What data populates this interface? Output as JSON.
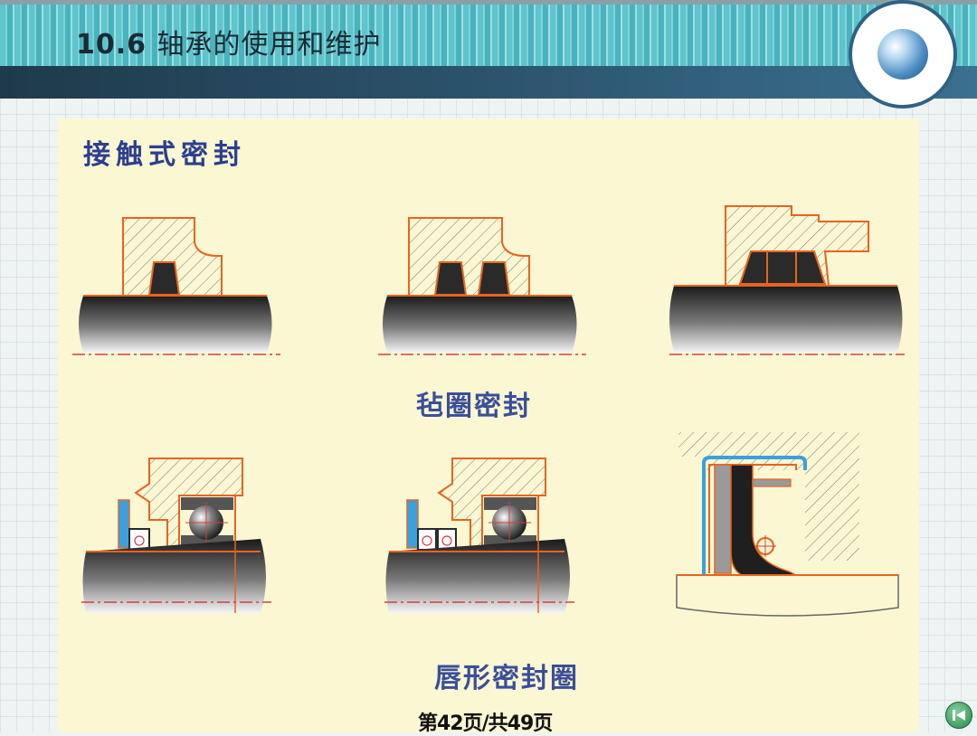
{
  "header": {
    "section_number": "10.6",
    "title": "轴承的使用和维护"
  },
  "content": {
    "heading": "接触式密封",
    "caption_felt": "毡圈密封",
    "caption_lip": "唇形密封圈"
  },
  "footer": {
    "page_indicator": "第42页/共49页",
    "back_icon": "skip-back-icon"
  },
  "colors": {
    "title_bar": "#5fc4cc",
    "band": "#2d5670",
    "content_bg": "#fbf7d2",
    "heading_blue": "#2b3f8f",
    "outline_orange": "#e8641e",
    "seal_dark": "#2a2a2a",
    "seal_blue": "#3aa0e0"
  }
}
